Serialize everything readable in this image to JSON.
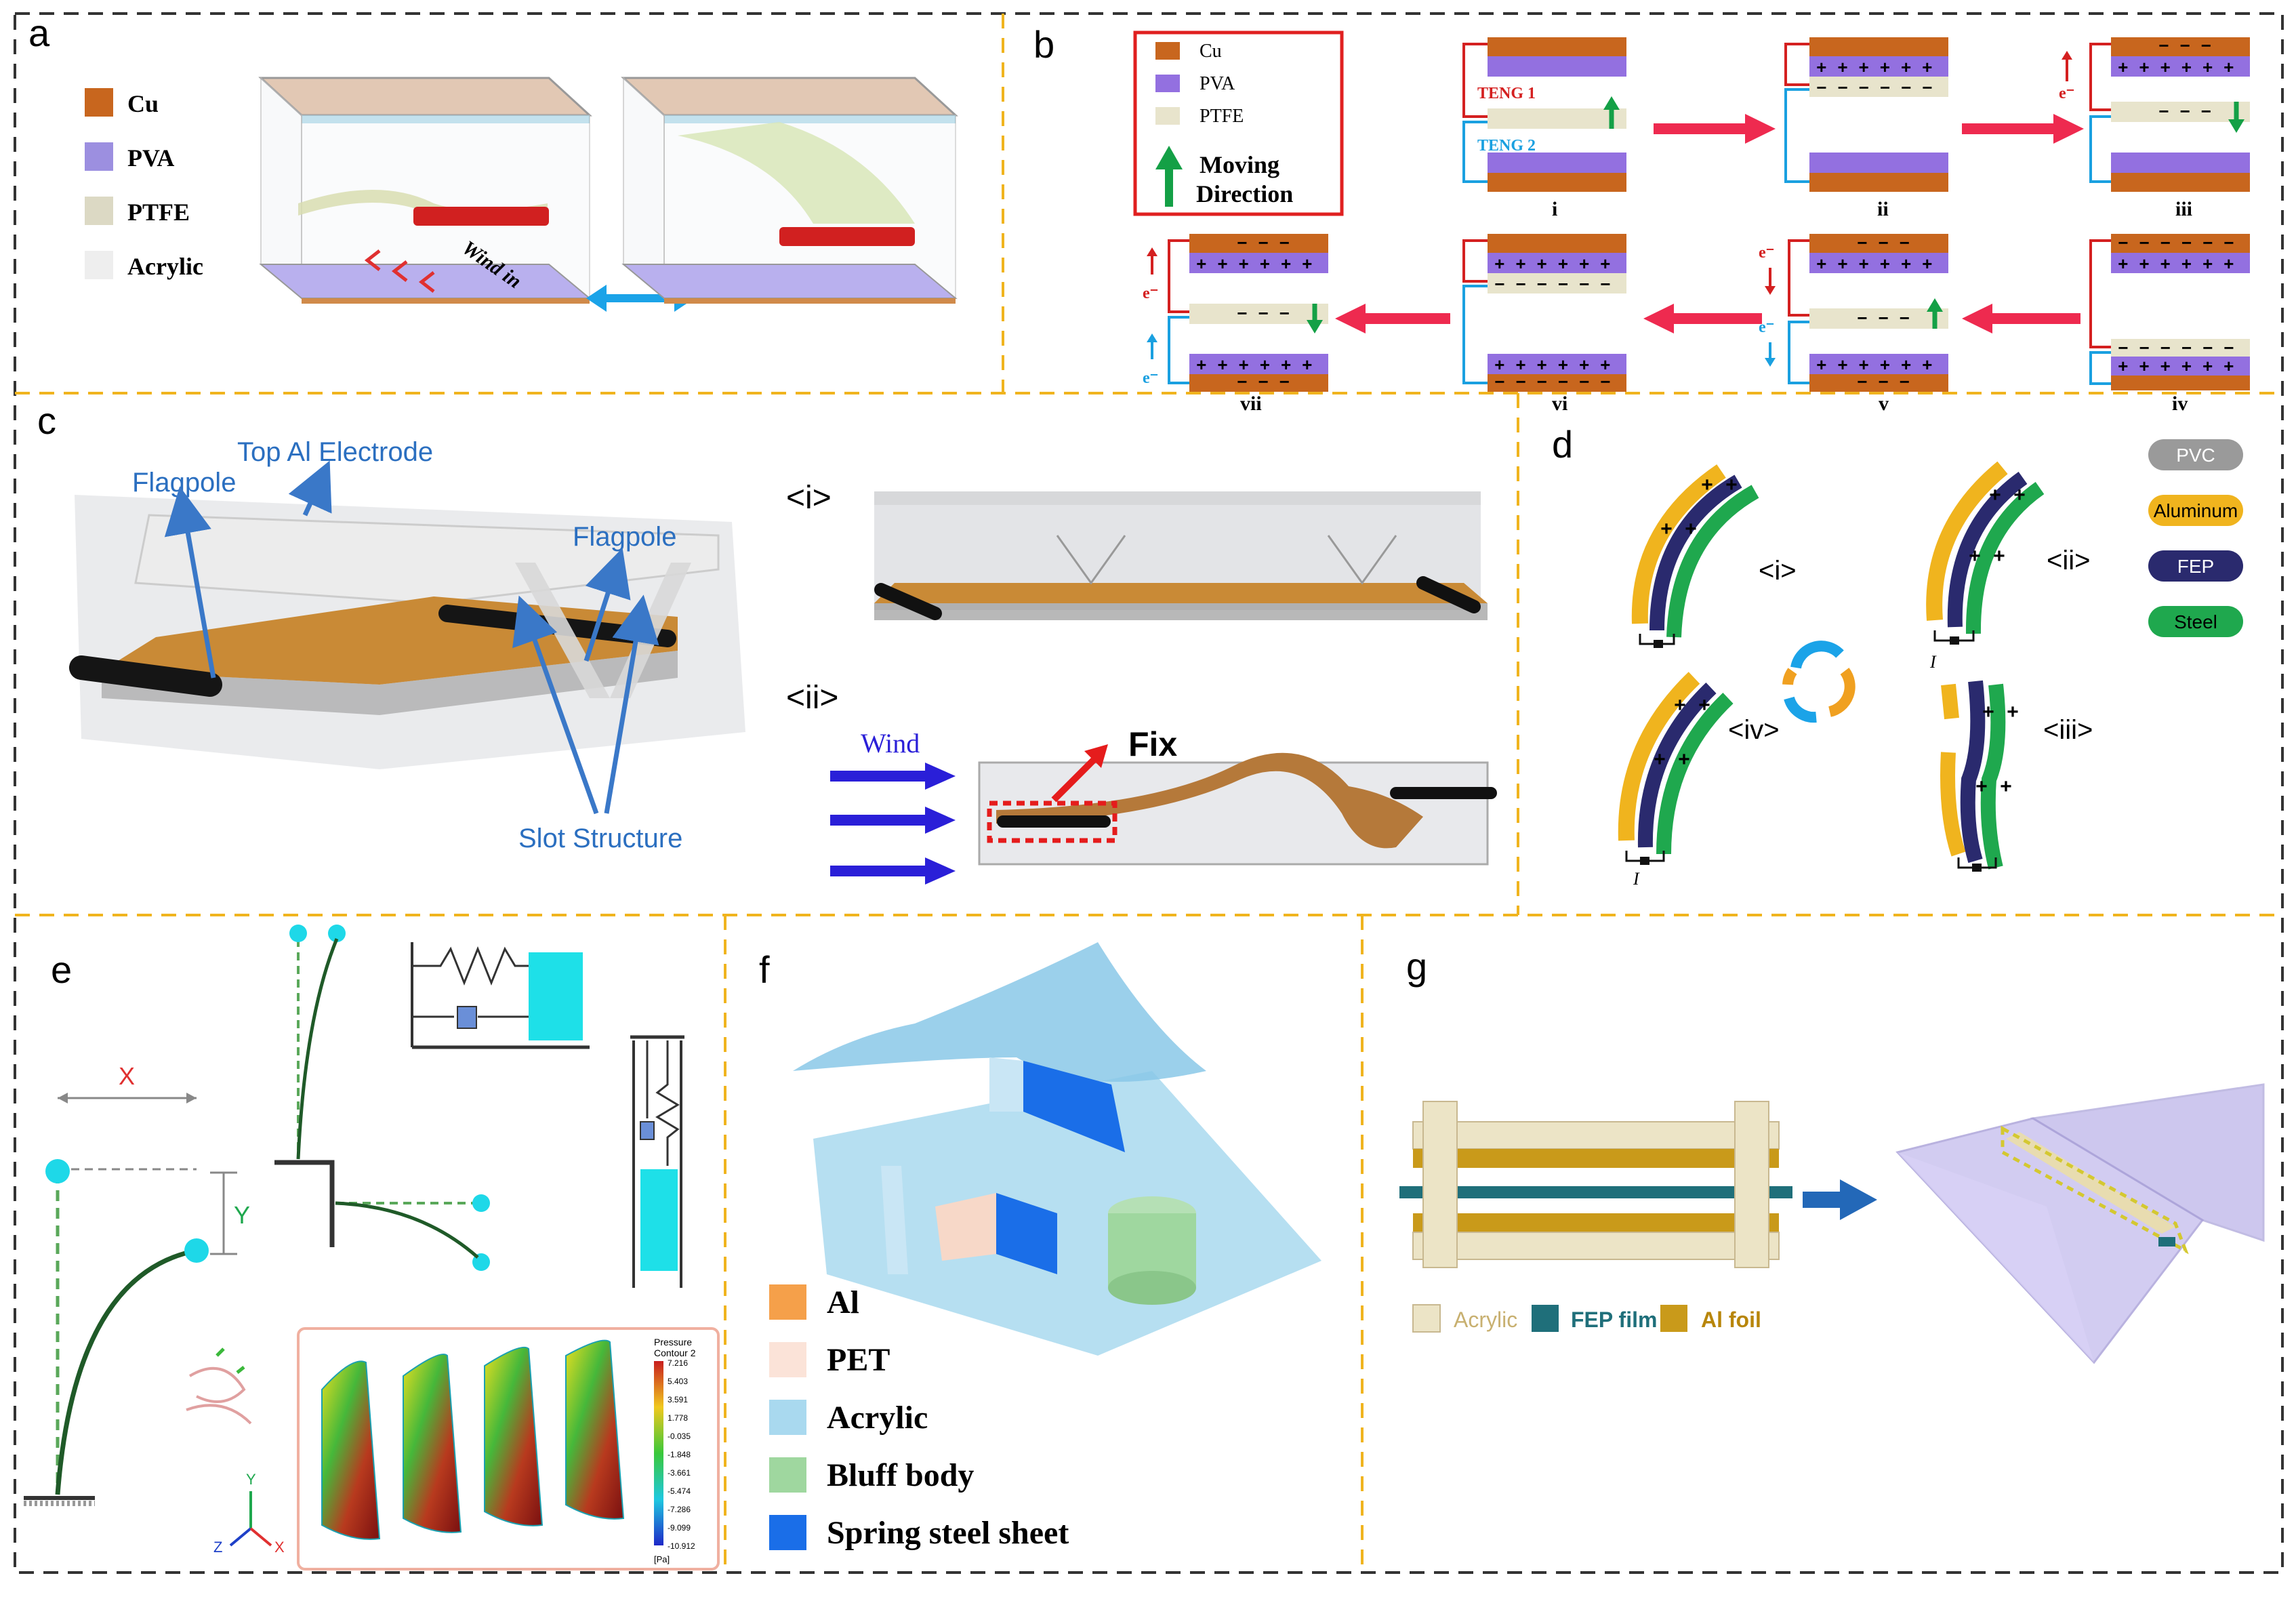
{
  "panels": {
    "a": {
      "label": "a",
      "legend": [
        {
          "name": "Cu",
          "color": "#c8661e"
        },
        {
          "name": "PVA",
          "color": "#9c8fe0"
        },
        {
          "name": "PTFE",
          "color": "#dcd9c4"
        },
        {
          "name": "Acrylic",
          "color": "#eeeeee"
        }
      ],
      "wind_label": "Wind in"
    },
    "b": {
      "label": "b",
      "legend": [
        {
          "name": "Cu",
          "color": "#c8661e"
        },
        {
          "name": "PVA",
          "color": "#9370e0"
        },
        {
          "name": "PTFE",
          "color": "#e8e4cc"
        }
      ],
      "moving_label_1": "Moving",
      "moving_label_2": "Direction",
      "teng1": "TENG 1",
      "teng2": "TENG 2",
      "electron": "e⁻",
      "stage_labels": [
        "i",
        "ii",
        "iii",
        "iv",
        "v",
        "vi",
        "vii"
      ],
      "plus_row": "+ + + + + +",
      "minus_row_long": "− − − − − −",
      "minus_row_short": "− − −",
      "colors": {
        "cu": "#c8661e",
        "pva": "#9370e0",
        "ptfe": "#e8e4cc",
        "arrow": "#ee2a4f",
        "green": "#14a046",
        "red_wire": "#d42020",
        "blue_wire": "#1aa0e0"
      }
    },
    "c": {
      "label": "c",
      "flagpole_1": "Flagpole",
      "top_electrode": "Top Al Electrode",
      "flagpole_2": "Flagpole",
      "slot": "Slot Structure",
      "sub_i": "<i>",
      "sub_ii": "<ii>",
      "wind": "Wind",
      "fix": "Fix"
    },
    "d": {
      "label": "d",
      "legend": [
        {
          "name": "PVC",
          "color": "#9a9a9a"
        },
        {
          "name": "Aluminum",
          "color": "#f0b41e"
        },
        {
          "name": "FEP",
          "color": "#2a2a6e"
        },
        {
          "name": "Steel",
          "color": "#1fa84e"
        }
      ],
      "states": [
        "<i>",
        "<ii>",
        "<iii>",
        "<iv>"
      ],
      "current": "I"
    },
    "e": {
      "label": "e",
      "x_label": "X",
      "y_label": "Y",
      "colorbar_title_1": "Pressure",
      "colorbar_title_2": "Contour 2",
      "colorbar_ticks": [
        "7.216",
        "5.403",
        "3.591",
        "1.778",
        "-0.035",
        "-1.848",
        "-3.661",
        "-5.474",
        "-7.286",
        "-9.099",
        "-10.912"
      ],
      "colorbar_unit": "[Pa]",
      "axis_y": "Y",
      "axis_z": "Z",
      "axis_x": "X"
    },
    "f": {
      "label": "f",
      "legend": [
        {
          "name": "Al",
          "color": "#f5a04a"
        },
        {
          "name": "PET",
          "color": "#fbe3d8"
        },
        {
          "name": "Acrylic",
          "color": "#a9d9ef"
        },
        {
          "name": "Bluff body",
          "color": "#9fd79f"
        },
        {
          "name": "Spring steel sheet",
          "color": "#1a6ee8"
        }
      ]
    },
    "g": {
      "label": "g",
      "legend": [
        {
          "name": "Acrylic",
          "color": "#ece4c6"
        },
        {
          "name": "FEP film",
          "color": "#1f6f7a"
        },
        {
          "name": "Al foil",
          "color": "#c99a1a"
        }
      ]
    }
  }
}
